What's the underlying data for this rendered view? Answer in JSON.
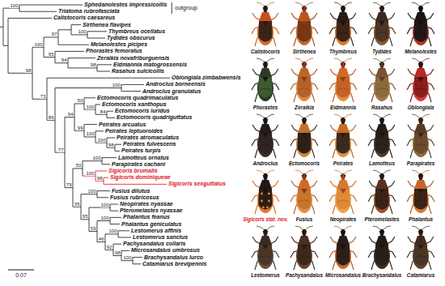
{
  "diagram": {
    "labels": [
      "Sphedanolestes impressicollis",
      "Triatoma rubrofasciata",
      "Calistocoris caesareus",
      "Sirthenea flavipes",
      "Thymbreus ocellatus",
      "Tydides obscurus",
      "Melanolestes picipes",
      "Phorastes femoratus",
      "Zeraikia novafriburguensis",
      "Eidmannia matogrossensis",
      "Rasahus sulcicollis",
      "Oblongiala zimbabwensis",
      "Androclus borneensis",
      "Androclus granulatus",
      "Ectomocoris quadrimaculatus",
      "Ectomocoris xanthopus",
      "Ectomocoris luridus",
      "Ectomocoris quadriguttatus",
      "Peirates arcuatus",
      "Peirates leptuoroides",
      "Peirates atromaculatus",
      "Peirates fulvescens",
      "Peirates turpis",
      "Lamotteus ornatus",
      "Parapirates cachani",
      "Sigicoris brumalis",
      "Sigicoris dominiqueae",
      "Sigicoris sexguttatus",
      "Fusius dilutus",
      "Fusius rubricosus",
      "Neopirates nyassae",
      "Pteromelastes nyassae",
      "Phalantus feanus",
      "Phalantus geniculatus",
      "Lestomerus affinis",
      "Lestomerus sanctus",
      "Pachysandalus collaris",
      "Microsandalus umbrosus",
      "Brachysandalus lurco",
      "Catamiarus brevipennis",
      "outgroup",
      "0.07",
      "100",
      "100",
      "97",
      "98",
      "94",
      "95",
      "100",
      "100",
      "84",
      "100",
      "50",
      "98",
      "100",
      "100",
      "99",
      "94",
      "100",
      "98",
      "100",
      "50",
      "100",
      "100",
      "100",
      "100",
      "100",
      "98",
      "92",
      "46",
      "59",
      "95",
      "35",
      "79",
      "77",
      "86",
      "73",
      "98",
      "Calistocoris",
      "Sirthenea",
      "Thymbreus",
      "Tydides",
      "Melanolestes",
      "Phorastes",
      "Zeraikia",
      "Eidmannia",
      "Rasahus",
      "Oblongiala",
      "Androclus",
      "Ectomocoris",
      "Peirates",
      "Lamotteus",
      "Parapirates",
      "Sigicoris stat. nov.",
      "Fusius",
      "Neopirates",
      "Pteromelastes",
      "Phalantus",
      "Lestomerus",
      "Pachysandalus",
      "Microsandalus",
      "Brachysandalus",
      "Catamiarus"
    ]
  }
}
